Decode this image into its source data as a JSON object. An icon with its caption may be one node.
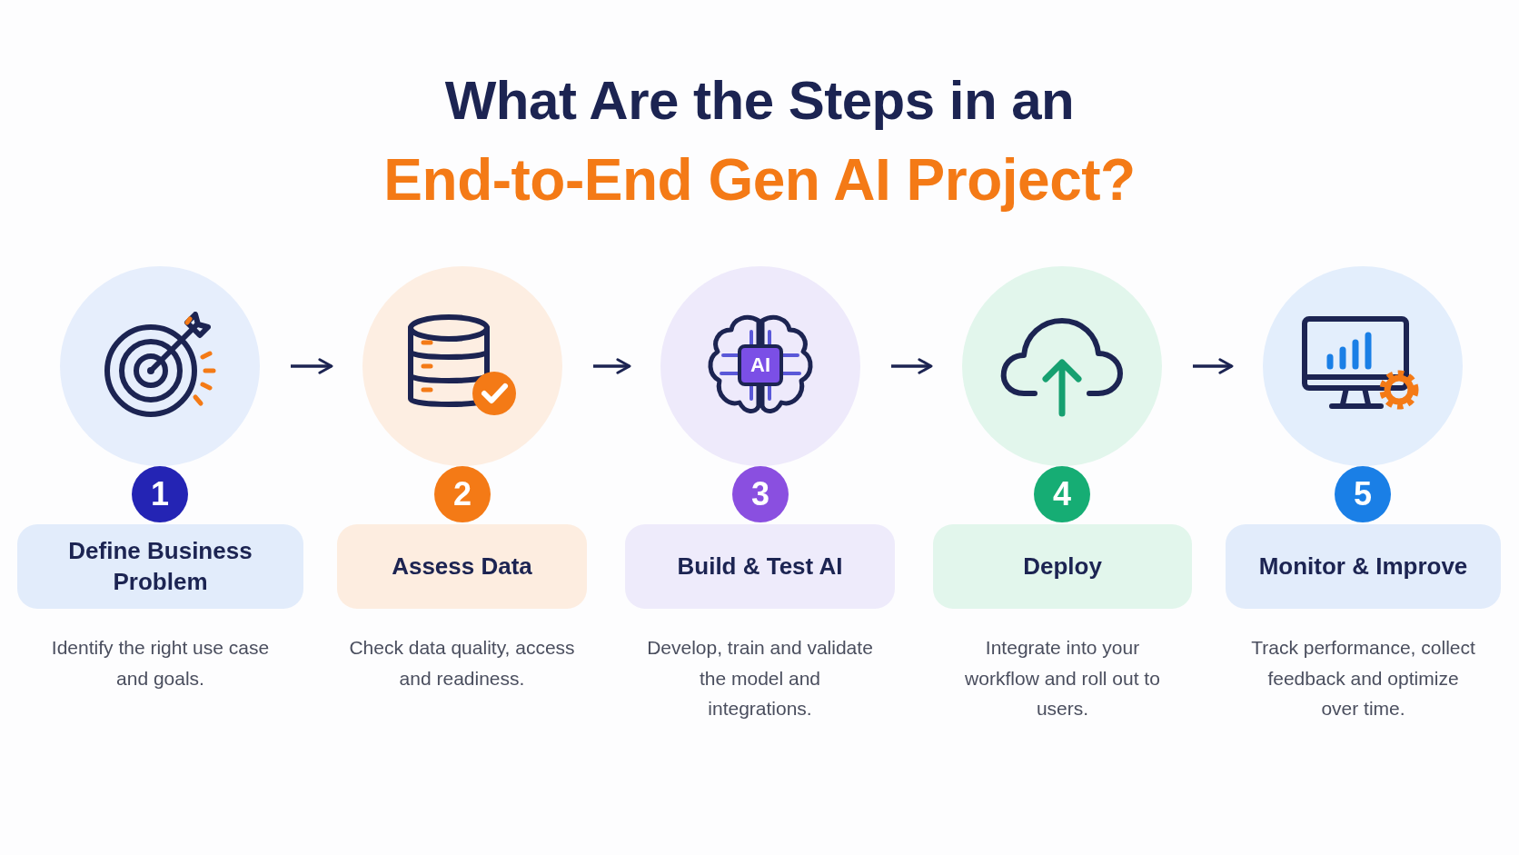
{
  "diagram": {
    "title": "What Are the Steps in an",
    "nodes": [
      {
        "text": [],
        "shape": "circle"
      },
      {
        "text": [
          "1"
        ]
      },
      {
        "text": [
          "Define Business Problem"
        ],
        "beside": [
          "Identify the right use case and goals."
        ]
      },
      {
        "text": [],
        "shape": "circle"
      },
      {
        "text": [
          "2"
        ]
      },
      {
        "text": [
          "Assess Data"
        ],
        "beside": [
          "Check data quality, access and readiness."
        ]
      },
      {
        "text": [],
        "shape": "circle"
      },
      {
        "text": [
          "3"
        ]
      },
      {
        "text": [
          "Build & Test AI"
        ],
        "beside": [
          "Develop, train and validate the model and integrations."
        ]
      },
      {
        "text": [],
        "shape": "circle"
      },
      {
        "text": [
          "4"
        ]
      },
      {
        "text": [
          "Deploy"
        ],
        "beside": [
          "Integrate into your workflow and roll out to users."
        ]
      },
      {
        "text": [],
        "shape": "circle"
      },
      {
        "text": [
          "5"
        ]
      },
      {
        "text": [
          "Monitor & Improve"
        ],
        "beside": [
          "Track performance, collect feedback and optimize over time."
        ]
      }
    ],
    "edges": [
      {
        "from": 0,
        "to": 3,
        "arrow": "to"
      },
      {
        "from": 3,
        "to": 6,
        "arrow": "to"
      },
      {
        "from": 6,
        "to": 9,
        "arrow": "to"
      },
      {
        "from": 9,
        "to": 12,
        "arrow": "to"
      }
    ],
    "labels": [
      "End-to-End Gen AI Project?",
      "AI"
    ]
  }
}
